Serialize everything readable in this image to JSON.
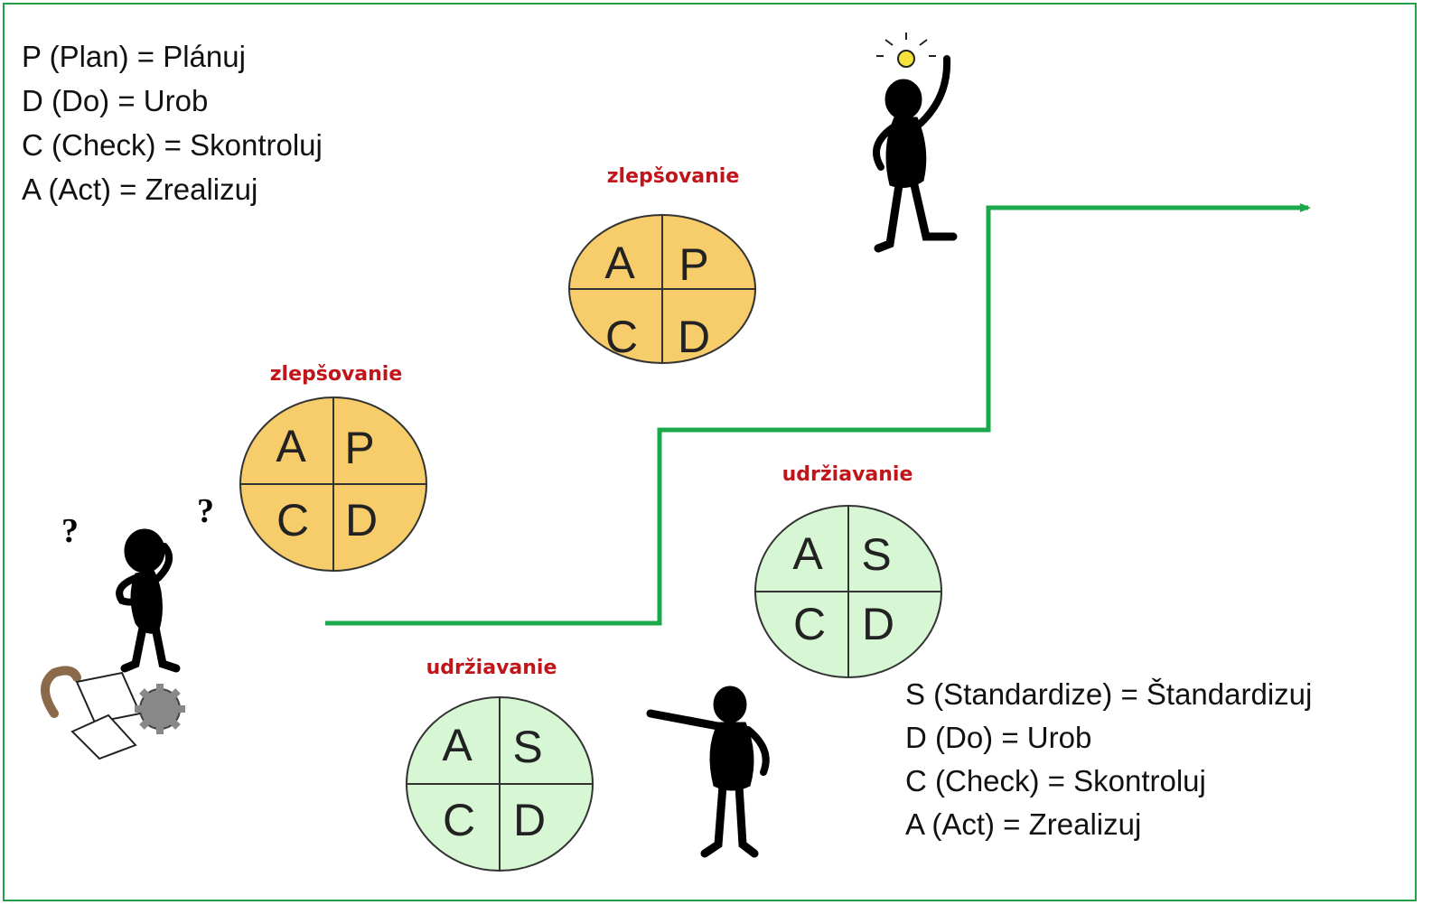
{
  "pdca_legend": [
    "P (Plan) = Plánuj",
    "D (Do) = Urob",
    "C (Check) = Skontroluj",
    "A (Act) = Zrealizuj"
  ],
  "sdca_legend": [
    "S (Standardize) = Štandardizuj",
    "D (Do) = Urob",
    "C (Check) = Skontroluj",
    "A (Act) = Zrealizuj"
  ],
  "cycles": [
    {
      "title": "zlepšovanie",
      "quadrants": [
        "A",
        "P",
        "C",
        "D"
      ],
      "fill": "#f7cc6b"
    },
    {
      "title": "zlepšovanie",
      "quadrants": [
        "A",
        "P",
        "C",
        "D"
      ],
      "fill": "#f7cc6b"
    },
    {
      "title": "udržiavanie",
      "quadrants": [
        "A",
        "S",
        "C",
        "D"
      ],
      "fill": "#d7f7d4"
    },
    {
      "title": "udržiavanie",
      "quadrants": [
        "A",
        "S",
        "C",
        "D"
      ],
      "fill": "#d7f7d4"
    }
  ],
  "colors": {
    "frame": "#22a14a",
    "staircase": "#1aa84a",
    "title_red": "#c0161b",
    "improvement_fill": "#f7cc6b",
    "maintenance_fill": "#d7f7d4"
  },
  "icons": [
    "confused-thinker-icon",
    "pointing-man-icon",
    "idea-man-icon",
    "papers-gear-icon"
  ]
}
